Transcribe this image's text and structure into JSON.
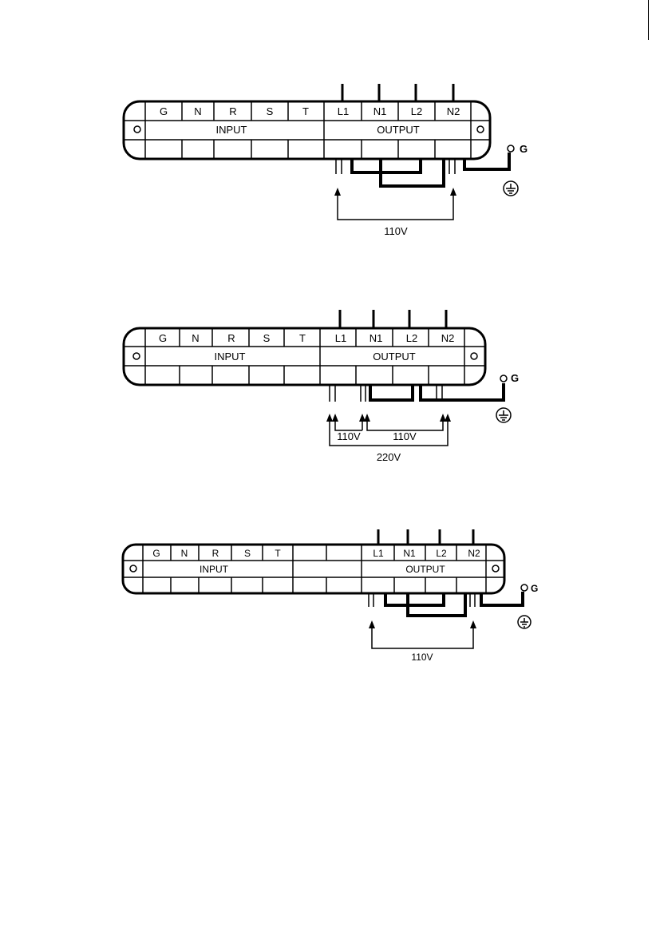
{
  "terminal_block": {
    "input_terminals": [
      "G",
      "N",
      "R",
      "S",
      "T"
    ],
    "output_terminals": [
      "L1",
      "N1",
      "L2",
      "N2"
    ],
    "input_label": "INPUT",
    "output_label": "OUTPUT"
  },
  "ground": {
    "label": "G"
  },
  "diagram1": {
    "voltage": "110V"
  },
  "diagram2": {
    "voltage_left": "110V",
    "voltage_right": "110V",
    "voltage_total": "220V"
  },
  "diagram3": {
    "voltage": "110V"
  }
}
